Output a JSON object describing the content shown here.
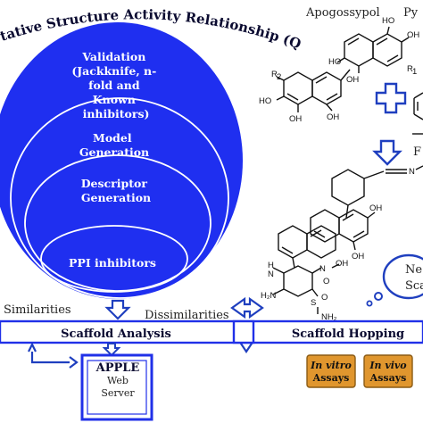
{
  "qsar": {
    "title": "tative Structure Activity Relationship (QSAR)",
    "validation": [
      "Validation",
      "(Jackknife, n-",
      "fold and",
      "Known",
      "inhibitors)"
    ],
    "model": [
      "Model",
      "Generation"
    ],
    "descriptor": [
      "Descriptor",
      "Generation"
    ],
    "ppi": "PPI inhibitors"
  },
  "chemistry": {
    "apogossypol": "Apogossypol",
    "top_right_fragment": "Py",
    "right_fragment": "F",
    "new_bubble": [
      "Ne",
      "Sca"
    ]
  },
  "flow": {
    "similarities": "Similarities",
    "dissimilarities": "Dissimilarities",
    "scaffold_analysis": "Scaffold Analysis",
    "scaffold_hopping": "Scaffold Hopping"
  },
  "apple": {
    "title": "APPLE",
    "line1": "Web",
    "line2": "Server"
  },
  "assays": {
    "in_vitro": [
      "In vitro",
      "Assays"
    ],
    "in_vivo": [
      "In vivo",
      "Assays"
    ]
  },
  "colors": {
    "qsar_blue": "#1f2ff0",
    "banner_blue": "#2030e8",
    "assay_orange": "#e0962e",
    "outline_blue": "#1f3fbf"
  }
}
